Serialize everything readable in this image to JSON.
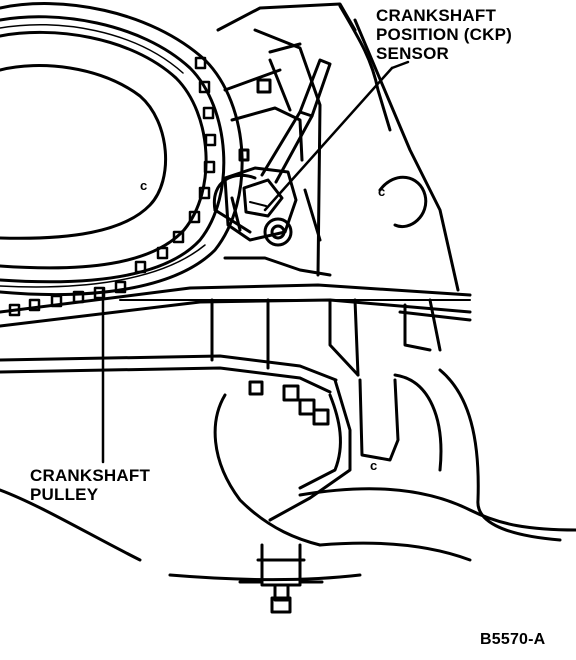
{
  "labels": {
    "ckp_sensor": [
      "CRANKSHAFT",
      "POSITION (CKP)",
      "SENSOR"
    ],
    "crankshaft_pulley": [
      "CRANKSHAFT",
      "PULLEY"
    ],
    "figure_code": "B5570-A"
  },
  "small_marks": {
    "pulley_mark": "c",
    "bracket_mark_right": "c",
    "bracket_mark_lower": "c"
  },
  "colors": {
    "ink": "#000000",
    "paper": "#ffffff"
  }
}
